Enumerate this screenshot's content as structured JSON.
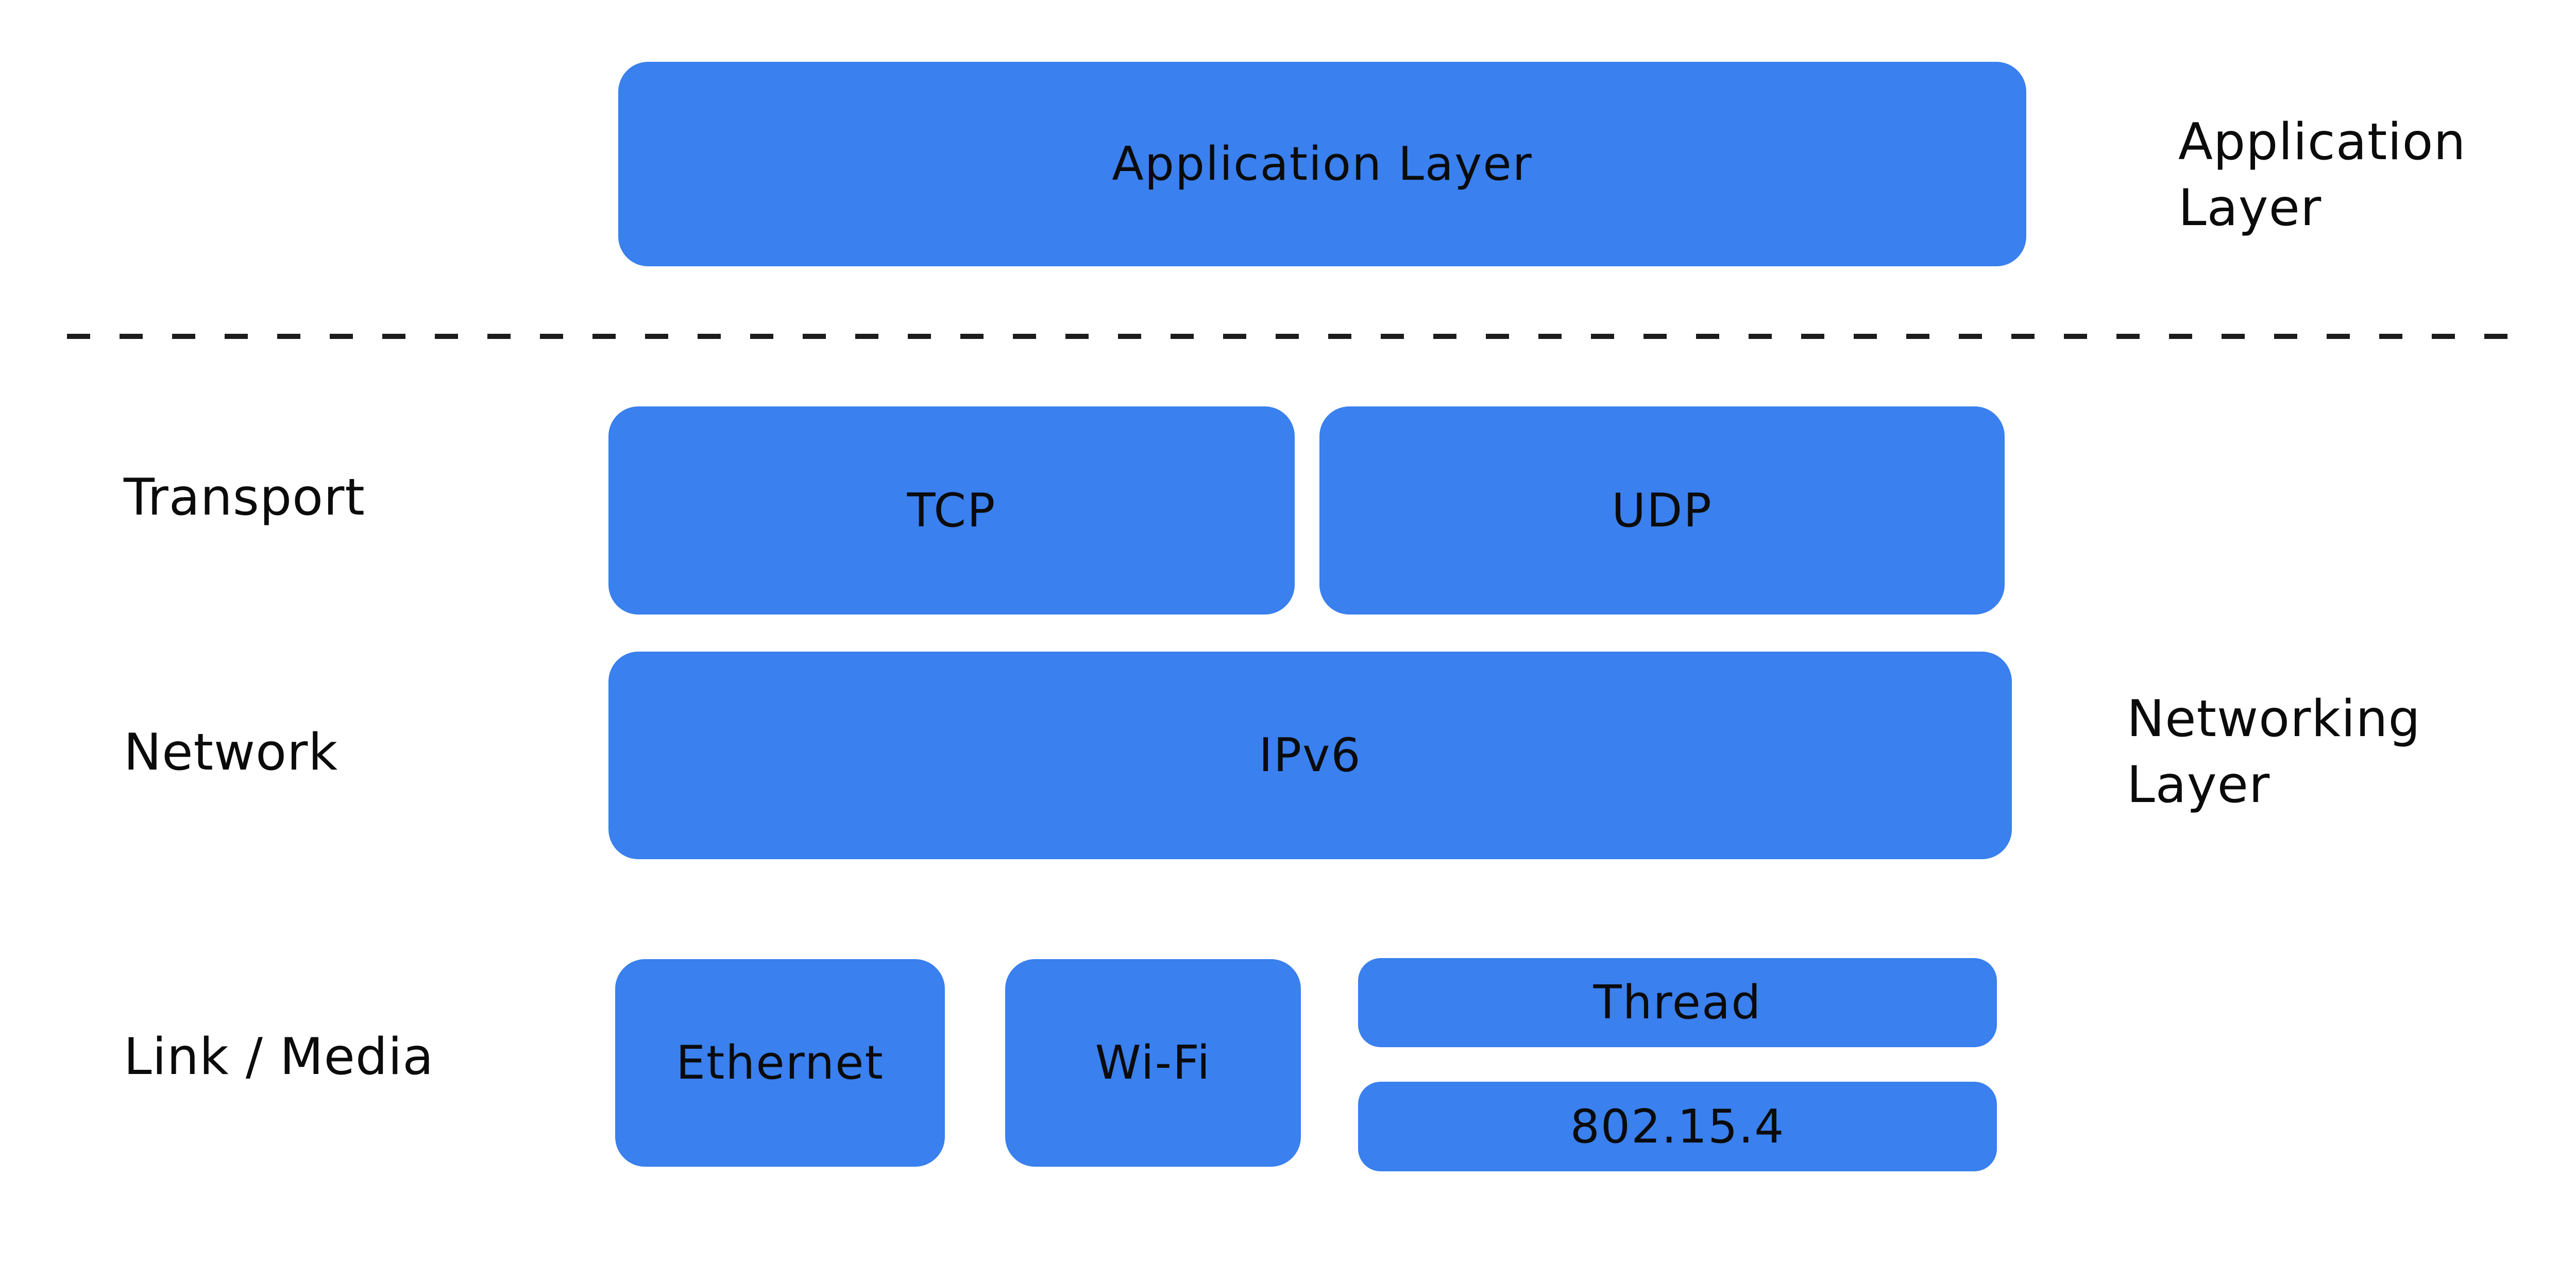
{
  "colors": {
    "accent_blue": "#3A80EE",
    "text": "#0B0B0B",
    "background": "#FFFFFF",
    "divider": "#1C1C1C"
  },
  "application": {
    "box_label": "Application Layer",
    "side_label": "Application\nLayer"
  },
  "transport": {
    "row_label": "Transport",
    "boxes": [
      "TCP",
      "UDP"
    ]
  },
  "network": {
    "row_label": "Network",
    "box_label": "IPv6",
    "side_label": "Networking\nLayer"
  },
  "link": {
    "row_label": "Link / Media",
    "boxes": [
      "Ethernet",
      "Wi-Fi"
    ],
    "stacked_boxes": [
      "Thread",
      "802.15.4"
    ]
  }
}
